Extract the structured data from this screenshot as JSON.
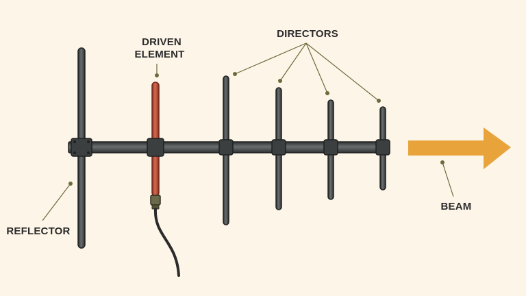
{
  "labels": {
    "driven_line1": "DRIVEN",
    "driven_line2": "ELEMENT",
    "directors": "DIRECTORS",
    "reflector": "REFLECTOR",
    "beam": "BEAM"
  },
  "colors": {
    "background": "#fdf5e8",
    "boom": "#4a4d4d",
    "element": "#4a4d4d",
    "driven_element": "#c8553d",
    "beam_arrow": "#e8a33a",
    "leader_line": "#6e6a3c",
    "cable": "#2b2b2b"
  }
}
